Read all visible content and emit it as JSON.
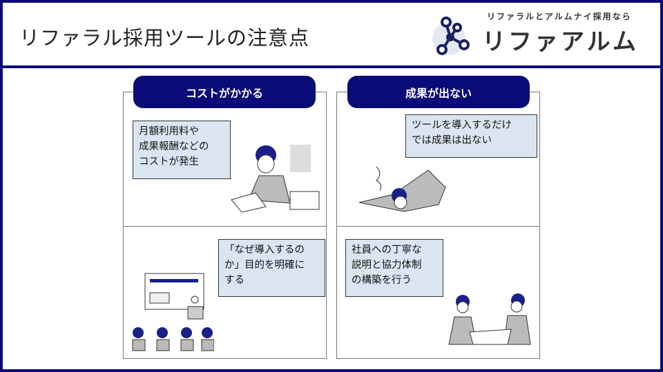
{
  "header": {
    "title": "リファラル採用ツールの注意点"
  },
  "logo": {
    "tagline": "リファラルとアルムナイ採用なら",
    "name": "リファアルム"
  },
  "colors": {
    "navy": "#0a0a78",
    "box": "#dbe5f1"
  },
  "panels": [
    {
      "heading": "コストがかかる",
      "problem": [
        "月額利用料や",
        "成果報酬などの",
        "コストが発生"
      ],
      "solution": [
        "「なぜ導入するの",
        "か」目的を明確に",
        "する"
      ]
    },
    {
      "heading": "成果が出ない",
      "problem": [
        "ツールを導入するだけ",
        "では成果は出ない"
      ],
      "solution": [
        "社員への丁寧な",
        "説明と協力体制",
        "の構築を行う"
      ]
    }
  ]
}
